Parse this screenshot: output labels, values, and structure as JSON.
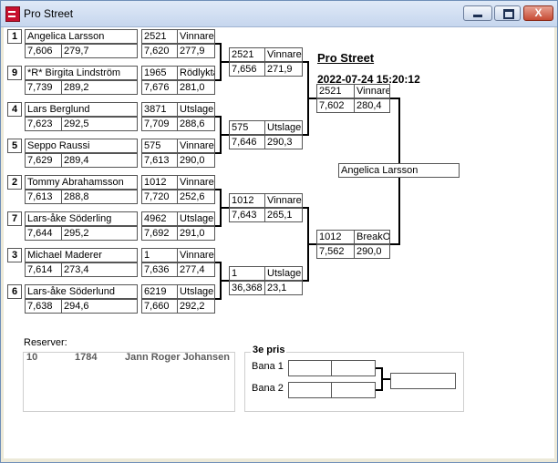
{
  "window": {
    "title": "Pro Street",
    "close_label": "X"
  },
  "header": {
    "title": "Pro Street",
    "datetime": "2022-07-24  15:20:12"
  },
  "round1": [
    {
      "seed": "1",
      "name": "Angelica Larsson",
      "rt": "7,606",
      "speed": "279,7"
    },
    {
      "seed": "9",
      "name": "*R* Birgita Lindström",
      "rt": "7,739",
      "speed": "289,2"
    },
    {
      "seed": "4",
      "name": "Lars Berglund",
      "rt": "7,623",
      "speed": "292,5"
    },
    {
      "seed": "5",
      "name": "Seppo Raussi",
      "rt": "7,629",
      "speed": "289,4"
    },
    {
      "seed": "2",
      "name": "Tommy Abrahamsson",
      "rt": "7,613",
      "speed": "288,8"
    },
    {
      "seed": "7",
      "name": "Lars-åke Söderling",
      "rt": "7,644",
      "speed": "295,2"
    },
    {
      "seed": "3",
      "name": "Michael Maderer",
      "rt": "7,614",
      "speed": "273,4"
    },
    {
      "seed": "6",
      "name": "Lars-åke Söderlund",
      "rt": "7,638",
      "speed": "294,6"
    }
  ],
  "round1_results": [
    {
      "num": "2521",
      "status": "Vinnare",
      "et": "7,620",
      "speed": "277,9"
    },
    {
      "num": "1965",
      "status": "Rödlyktan",
      "et": "7,676",
      "speed": "281,0"
    },
    {
      "num": "3871",
      "status": "Utslagen",
      "et": "7,709",
      "speed": "288,6"
    },
    {
      "num": "575",
      "status": "Vinnare",
      "et": "7,613",
      "speed": "290,0"
    },
    {
      "num": "1012",
      "status": "Vinnare",
      "et": "7,720",
      "speed": "252,6"
    },
    {
      "num": "4962",
      "status": "Utslagen",
      "et": "7,692",
      "speed": "291,0"
    },
    {
      "num": "1",
      "status": "Vinnare",
      "et": "7,636",
      "speed": "277,4"
    },
    {
      "num": "6219",
      "status": "Utslagen",
      "et": "7,660",
      "speed": "292,2"
    }
  ],
  "round2": [
    {
      "num": "2521",
      "status": "Vinnare",
      "et": "7,656",
      "speed": "271,9"
    },
    {
      "num": "575",
      "status": "Utslagen",
      "et": "7,646",
      "speed": "290,3"
    },
    {
      "num": "1012",
      "status": "Vinnare",
      "et": "7,643",
      "speed": "265,1"
    },
    {
      "num": "1",
      "status": "Utslagen",
      "et": "36,368",
      "speed": "23,1"
    }
  ],
  "round3": [
    {
      "num": "2521",
      "status": "Vinnare",
      "et": "7,602",
      "speed": "280,4"
    },
    {
      "num": "1012",
      "status": "BreakOut",
      "et": "7,562",
      "speed": "290,0"
    }
  ],
  "final": {
    "winner": "Angelica Larsson"
  },
  "reserves": {
    "label": "Reserver:",
    "entries": [
      {
        "num": "10",
        "car": "1784",
        "name": "Jann Roger Johansen"
      }
    ]
  },
  "third_place": {
    "label": "3e pris",
    "lane1": "Bana 1",
    "lane2": "Bana 2"
  }
}
